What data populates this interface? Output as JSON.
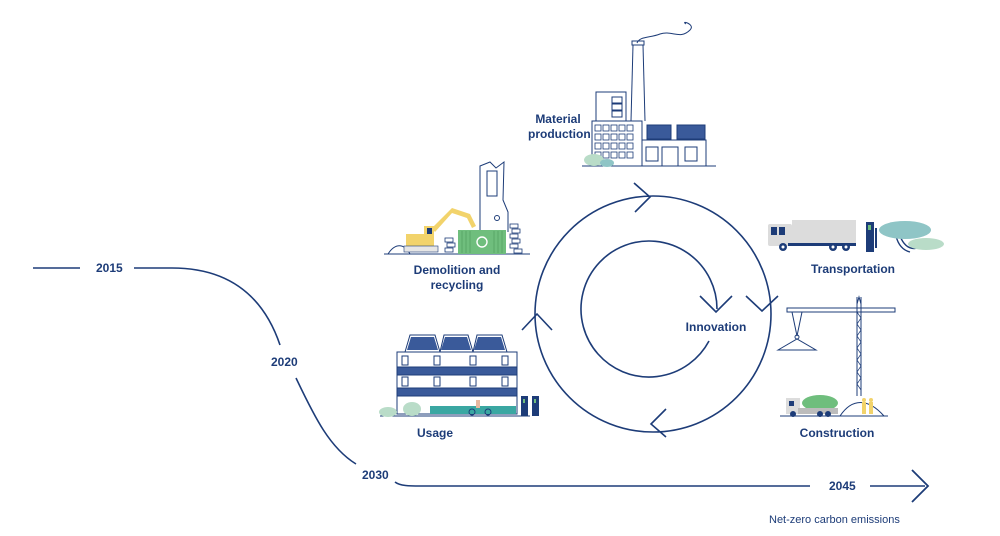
{
  "timeline": {
    "years": [
      "2015",
      "2020",
      "2030",
      "2045"
    ],
    "goal_note": "Net-zero carbon emissions"
  },
  "cycle": {
    "center_label": "Innovation",
    "stages": [
      {
        "label": "Material production"
      },
      {
        "label": "Transportation"
      },
      {
        "label": "Construction"
      },
      {
        "label": "Usage"
      },
      {
        "label": "Demolition and recycling"
      }
    ]
  },
  "colors": {
    "primary": "#1d3c78",
    "solar": "#3a5a9a",
    "tree_teal": "#8fc5c6",
    "tree_green": "#b9dcc8",
    "container_green": "#6fbe7d",
    "excavator_yellow": "#f2d36b",
    "truck_grey": "#dcdcdc"
  }
}
